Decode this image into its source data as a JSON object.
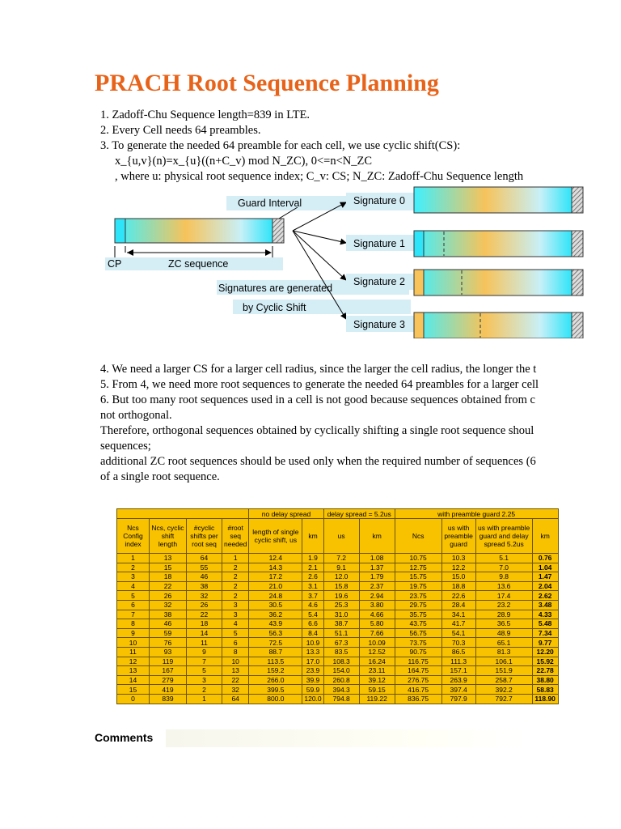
{
  "title": "PRACH Root Sequence Planning",
  "list": [
    "1. Zadoff-Chu Sequence length=839 in LTE.",
    "2. Every Cell needs 64 preambles.",
    "3. To generate the needed 64 preamble for each cell, we use cyclic shift(CS):",
    "x_{u,v}(n)=x_{u}((n+C_v) mod N_ZC), 0<=n<N_ZC",
    ", where u: physical root sequence index; C_v: CS; N_ZC: Zadoff-Chu Sequence length"
  ],
  "diagram": {
    "guard_interval": "Guard Interval",
    "cp": "CP",
    "zc_sequence": "ZC sequence",
    "signatures_note_1": "Signatures are generated",
    "signatures_note_2": "by Cyclic Shift",
    "signatures": [
      "Signature 0",
      "Signature 1",
      "Signature 2",
      "Signature 3"
    ]
  },
  "paragraph": [
    "4. We need a larger CS for a larger cell radius, since the larger the cell radius, the longer the t",
    "5. From 4, we need more root sequences to generate the needed 64 preambles for a larger cell",
    "6. But too many root sequences used in a cell is not good because sequences obtained from c",
    "not orthogonal.",
    "Therefore, orthogonal sequences obtained by cyclically shifting a single root sequence shoul",
    "sequences;",
    "additional ZC root sequences should be used only when the required number of sequences (6",
    "of a single root sequence."
  ],
  "table": {
    "group_headers": [
      "no delay spread",
      "delay spread = 5.2us",
      "with preamble guard 2.25"
    ],
    "headers": [
      "Ncs Config index",
      "Ncs, cyclic shift length",
      "#cyclic shifts per root seq",
      "#root seq needed",
      "length of single cyclic shift, us",
      "km",
      "us",
      "km",
      "Ncs",
      "us with preamble guard",
      "us with preamble guard and delay spread 5.2us",
      "km"
    ],
    "rows": [
      [
        "1",
        "13",
        "64",
        "1",
        "12.4",
        "1.9",
        "7.2",
        "1.08",
        "10.75",
        "10.3",
        "5.1",
        "0.76"
      ],
      [
        "2",
        "15",
        "55",
        "2",
        "14.3",
        "2.1",
        "9.1",
        "1.37",
        "12.75",
        "12.2",
        "7.0",
        "1.04"
      ],
      [
        "3",
        "18",
        "46",
        "2",
        "17.2",
        "2.6",
        "12.0",
        "1.79",
        "15.75",
        "15.0",
        "9.8",
        "1.47"
      ],
      [
        "4",
        "22",
        "38",
        "2",
        "21.0",
        "3.1",
        "15.8",
        "2.37",
        "19.75",
        "18.8",
        "13.6",
        "2.04"
      ],
      [
        "5",
        "26",
        "32",
        "2",
        "24.8",
        "3.7",
        "19.6",
        "2.94",
        "23.75",
        "22.6",
        "17.4",
        "2.62"
      ],
      [
        "6",
        "32",
        "26",
        "3",
        "30.5",
        "4.6",
        "25.3",
        "3.80",
        "29.75",
        "28.4",
        "23.2",
        "3.48"
      ],
      [
        "7",
        "38",
        "22",
        "3",
        "36.2",
        "5.4",
        "31.0",
        "4.66",
        "35.75",
        "34.1",
        "28.9",
        "4.33"
      ],
      [
        "8",
        "46",
        "18",
        "4",
        "43.9",
        "6.6",
        "38.7",
        "5.80",
        "43.75",
        "41.7",
        "36.5",
        "5.48"
      ],
      [
        "9",
        "59",
        "14",
        "5",
        "56.3",
        "8.4",
        "51.1",
        "7.66",
        "56.75",
        "54.1",
        "48.9",
        "7.34"
      ],
      [
        "10",
        "76",
        "11",
        "6",
        "72.5",
        "10.9",
        "67.3",
        "10.09",
        "73.75",
        "70.3",
        "65.1",
        "9.77"
      ],
      [
        "11",
        "93",
        "9",
        "8",
        "88.7",
        "13.3",
        "83.5",
        "12.52",
        "90.75",
        "86.5",
        "81.3",
        "12.20"
      ],
      [
        "12",
        "119",
        "7",
        "10",
        "113.5",
        "17.0",
        "108.3",
        "16.24",
        "116.75",
        "111.3",
        "106.1",
        "15.92"
      ],
      [
        "13",
        "167",
        "5",
        "13",
        "159.2",
        "23.9",
        "154.0",
        "23.11",
        "164.75",
        "157.1",
        "151.9",
        "22.78"
      ],
      [
        "14",
        "279",
        "3",
        "22",
        "266.0",
        "39.9",
        "260.8",
        "39.12",
        "276.75",
        "263.9",
        "258.7",
        "38.80"
      ],
      [
        "15",
        "419",
        "2",
        "32",
        "399.5",
        "59.9",
        "394.3",
        "59.15",
        "416.75",
        "397.4",
        "392.2",
        "58.83"
      ],
      [
        "0",
        "839",
        "1",
        "64",
        "800.0",
        "120.0",
        "794.8",
        "119.22",
        "836.75",
        "797.9",
        "792.7",
        "118.90"
      ]
    ]
  },
  "comments_label": "Comments"
}
